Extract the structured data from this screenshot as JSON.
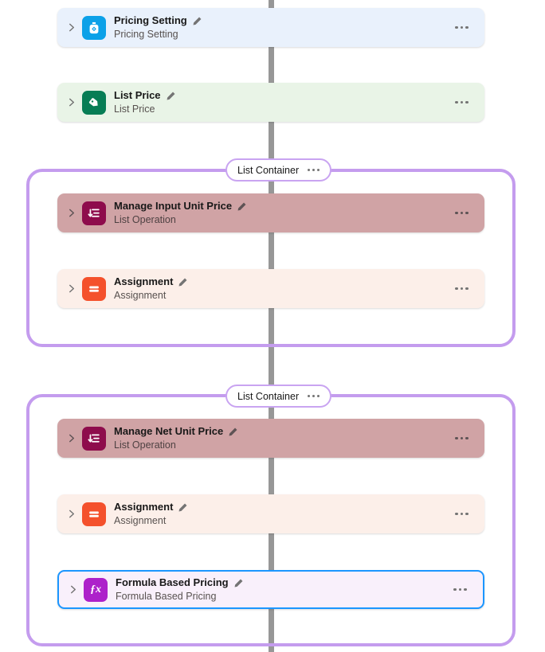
{
  "workflow": {
    "trunk_color": "#979797",
    "container_border_color": "#C49CEE",
    "selected_border_color": "#1B96FF"
  },
  "containers": [
    {
      "label": "List Container"
    },
    {
      "label": "List Container"
    }
  ],
  "cards": [
    {
      "title": "Pricing Setting",
      "subtitle": "Pricing Setting",
      "icon": "pricing-setting-icon",
      "bg": "#E9F1FC",
      "icon_bg": "#0CA1E8"
    },
    {
      "title": "List Price",
      "subtitle": "List Price",
      "icon": "price-tag-icon",
      "bg": "#E9F4E7",
      "icon_bg": "#077D55"
    },
    {
      "title": "Manage Input Unit Price",
      "subtitle": "List Operation",
      "icon": "list-operation-icon",
      "bg": "#D0A3A5",
      "icon_bg": "#8E0C4C"
    },
    {
      "title": "Assignment",
      "subtitle": "Assignment",
      "icon": "assignment-icon",
      "bg": "#FCEFE9",
      "icon_bg": "#F4512C"
    },
    {
      "title": "Manage Net Unit Price",
      "subtitle": "List Operation",
      "icon": "list-operation-icon",
      "bg": "#D0A3A5",
      "icon_bg": "#8E0C4C"
    },
    {
      "title": "Assignment",
      "subtitle": "Assignment",
      "icon": "assignment-icon",
      "bg": "#FCEFE9",
      "icon_bg": "#F4512C"
    },
    {
      "title": "Formula Based Pricing",
      "subtitle": "Formula Based Pricing",
      "icon": "formula-icon",
      "bg": "#F9F0FB",
      "icon_bg": "#AD21CA",
      "selected": true
    }
  ],
  "formula_glyph": "ƒx"
}
